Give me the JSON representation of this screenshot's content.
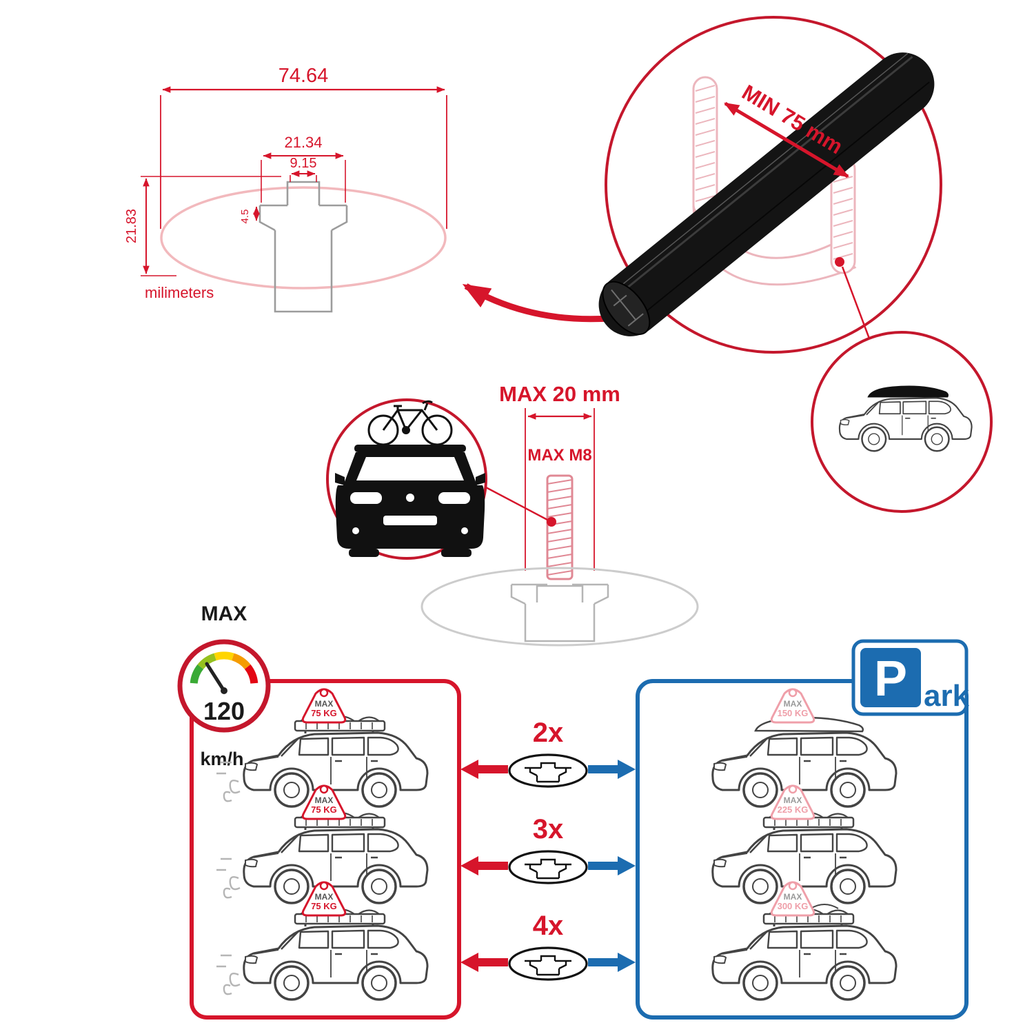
{
  "dimensions": {
    "total_width": "74.64",
    "slot_outer_width": "21.34",
    "slot_inner_width": "9.15",
    "lip_height": "4.5",
    "bar_height": "21.83",
    "units": "milimeters"
  },
  "crossbar": {
    "min_span": "MIN 75 mm"
  },
  "bolt": {
    "max_width": "MAX 20 mm",
    "max_thread": "MAX M8"
  },
  "speed": {
    "label": "MAX",
    "value": "120",
    "unit": "km/h"
  },
  "park_sign": {
    "p": "P",
    "ark": "ark"
  },
  "rows": [
    {
      "multiplier": "2x",
      "driving": {
        "max": "MAX",
        "load": "75 KG"
      },
      "parked": {
        "max": "MAX",
        "load": "150 KG"
      }
    },
    {
      "multiplier": "3x",
      "driving": {
        "max": "MAX",
        "load": "75 KG"
      },
      "parked": {
        "max": "MAX",
        "load": "225 KG"
      }
    },
    {
      "multiplier": "4x",
      "driving": {
        "max": "MAX",
        "load": "75 KG"
      },
      "parked": {
        "max": "MAX",
        "load": "300 KG"
      }
    }
  ],
  "colors": {
    "red": "#d6152b",
    "pink": "#ef9fa9",
    "light_pink": "#f2b9bd",
    "blue": "#1c6cb0",
    "gray": "#9a9a9a",
    "black": "#111111",
    "gauge_segments": [
      "#3aaa35",
      "#95c11f",
      "#ffd500",
      "#f59c00",
      "#e30613"
    ]
  }
}
